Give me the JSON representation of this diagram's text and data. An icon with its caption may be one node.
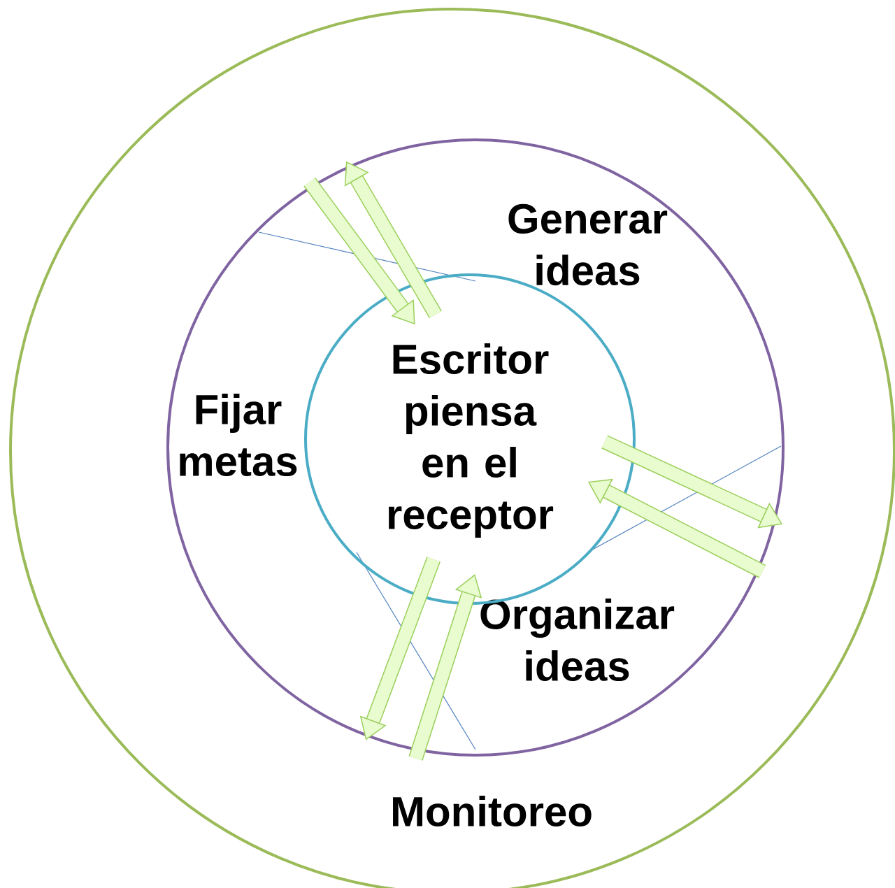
{
  "diagram": {
    "nodes": [
      {
        "text": [
          "Monitoreo"
        ]
      },
      {
        "text": [
          "Generar ideas",
          "Fijar metas",
          "Organizar ideas"
        ],
        "in": 0
      },
      {
        "text": [
          "Escritor piensa en el receptor"
        ],
        "in": 1
      }
    ],
    "edges": [
      {
        "from": 2,
        "to": 1,
        "arrow": "to"
      },
      {
        "from": 1,
        "to": 2,
        "arrow": "to"
      },
      {
        "from": 2,
        "to": 1,
        "arrow": "to"
      },
      {
        "from": 1,
        "to": 2,
        "arrow": "to"
      },
      {
        "from": 2,
        "to": 1,
        "arrow": "to"
      },
      {
        "from": 1,
        "to": 2,
        "arrow": "to"
      }
    ]
  }
}
